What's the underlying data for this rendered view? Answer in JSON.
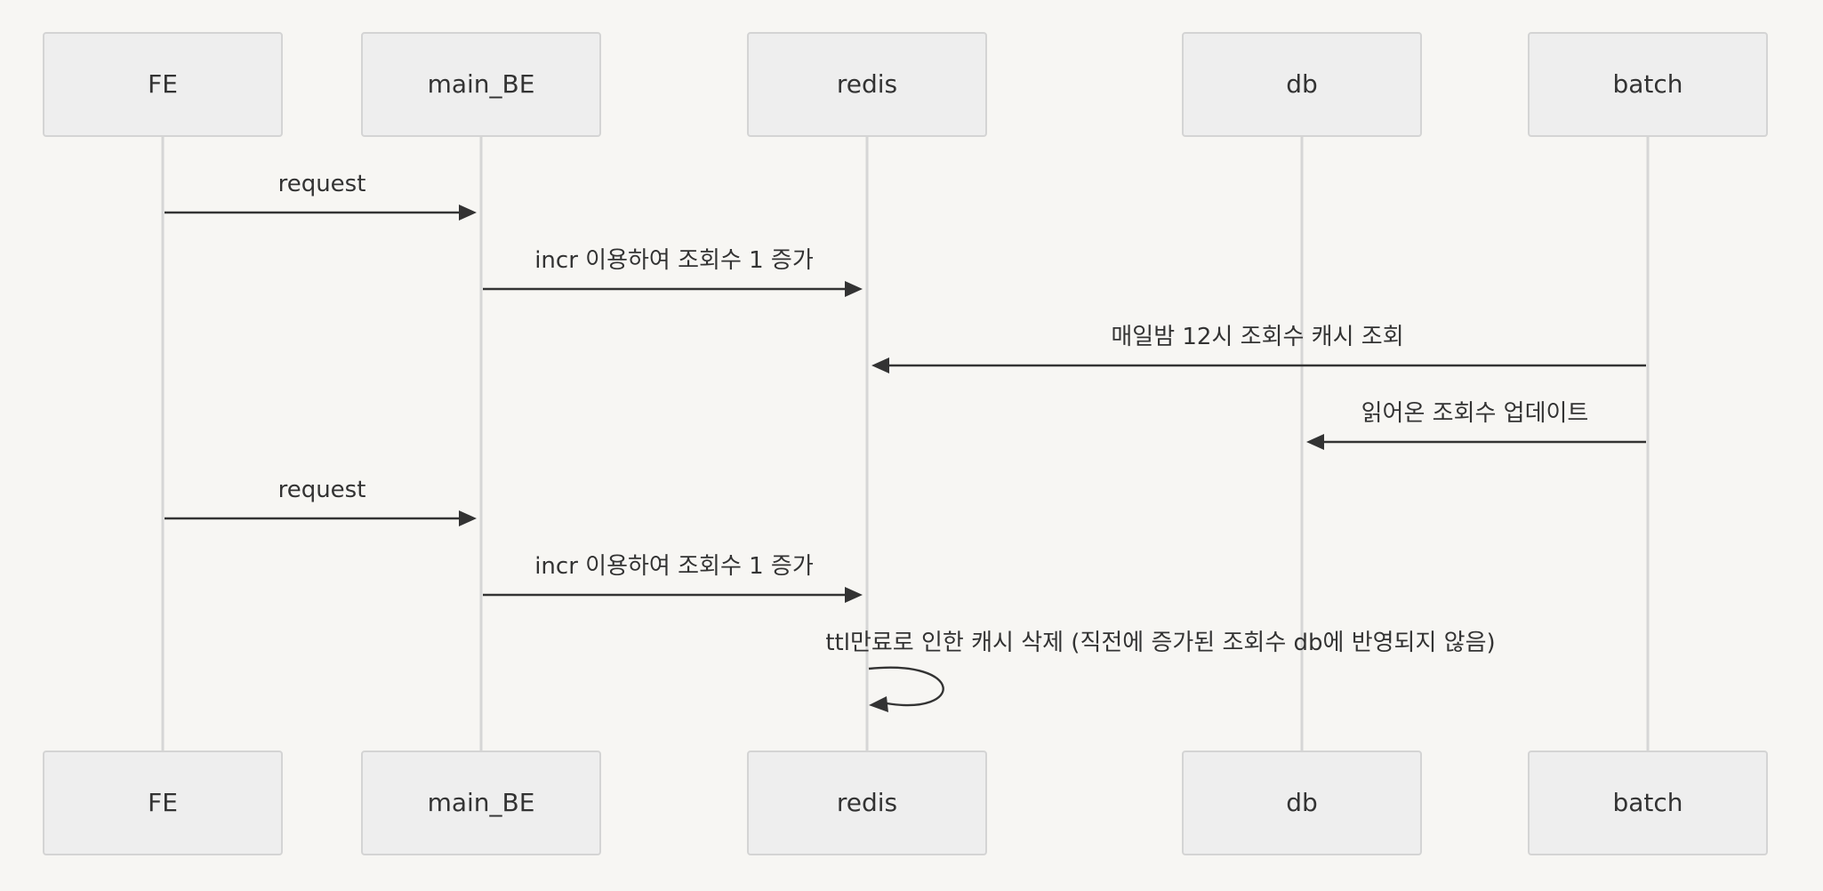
{
  "diagram": {
    "type": "sequence",
    "background": "#f7f6f3",
    "participants": [
      {
        "id": "FE",
        "label": "FE"
      },
      {
        "id": "main_BE",
        "label": "main_BE"
      },
      {
        "id": "redis",
        "label": "redis"
      },
      {
        "id": "db",
        "label": "db"
      },
      {
        "id": "batch",
        "label": "batch"
      }
    ],
    "messages": [
      {
        "from": "FE",
        "to": "main_BE",
        "label": "request"
      },
      {
        "from": "main_BE",
        "to": "redis",
        "label": "incr 이용하여 조회수 1 증가"
      },
      {
        "from": "batch",
        "to": "redis",
        "label": "매일밤 12시 조회수 캐시 조회"
      },
      {
        "from": "batch",
        "to": "db",
        "label": "읽어온 조회수 업데이트"
      },
      {
        "from": "FE",
        "to": "main_BE",
        "label": "request"
      },
      {
        "from": "main_BE",
        "to": "redis",
        "label": "incr 이용하여 조회수 1 증가"
      },
      {
        "from": "redis",
        "to": "redis",
        "label": "ttl만료로 인한 캐시 삭제 (직전에 증가된 조회수 db에 반영되지 않음)"
      }
    ]
  }
}
